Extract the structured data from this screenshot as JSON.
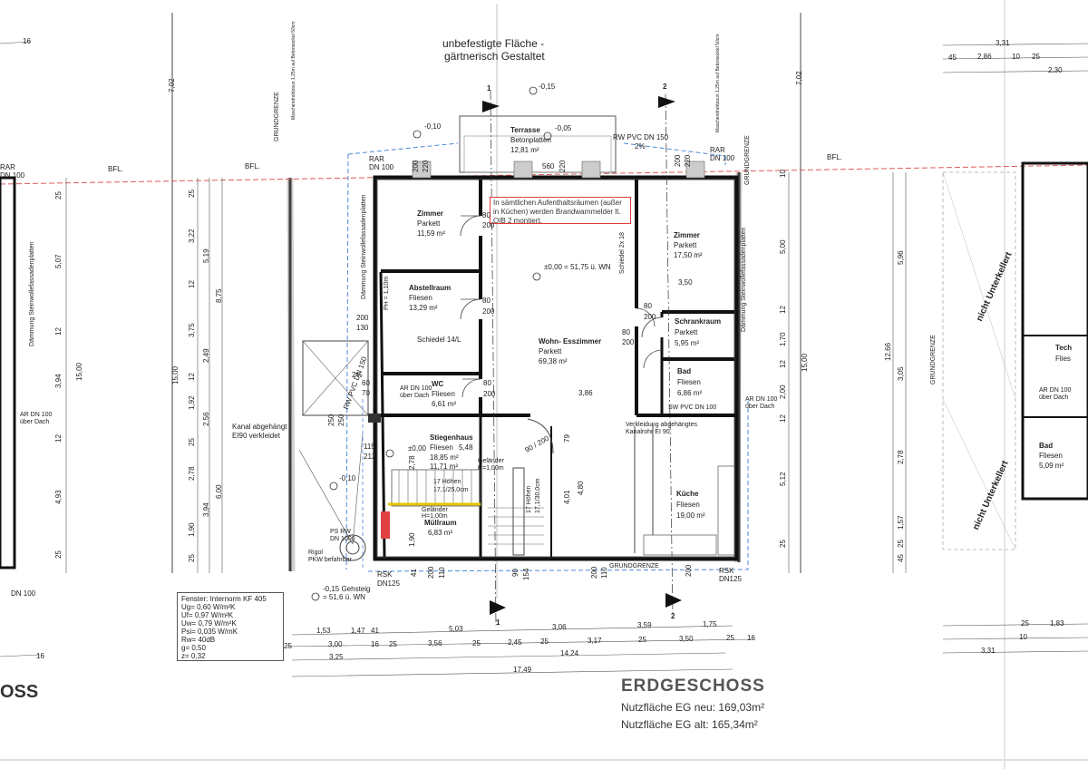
{
  "header": {
    "line1": "unbefestigte Fläche -",
    "line2": "gärtnerisch Gestaltet"
  },
  "title": "ERDGESCHOSS",
  "area": {
    "new": "Nutzfläche EG neu:  169,03m²",
    "old": "Nutzfläche EG alt:  165,34m²"
  },
  "left_sheet_label": "OSS",
  "notice": "In sämtlichen Aufenthaltsräumen (außer in Küchen) werden Brandwarnmelder lt. OIB 2 montiert.",
  "window_spec": [
    "Fenster: Internorm KF 405",
    "Ug= 0,60 W/m²K",
    "Uf= 0,97 W/m²K",
    "Uw= 0,79 W/m²K",
    "Psi= 0,035 W/mK",
    "Rw=  40dB",
    "g=  0,50",
    "z=  0,32"
  ],
  "rooms": [
    {
      "name": "Zimmer",
      "floor": "Parkett",
      "area": "11,59 m²"
    },
    {
      "name": "Abstellraum",
      "floor": "Fliesen",
      "area": "13,29 m²"
    },
    {
      "name": "WC",
      "floor": "Fliesen",
      "area": "6,61 m²"
    },
    {
      "name": "Stiegenhaus",
      "floor": "Fliesen",
      "area": "18,85 m²"
    },
    {
      "name": "Müllraum",
      "floor": "",
      "area": "6,83 m²"
    },
    {
      "name": "Wohn- Esszimmer",
      "floor": "Parkett",
      "area": "69,38 m²"
    },
    {
      "name": "Zimmer",
      "floor": "Parkett",
      "area": "17,50 m²"
    },
    {
      "name": "Schrankraum",
      "floor": "Parkett",
      "area": "5,95 m²"
    },
    {
      "name": "Bad",
      "floor": "Fliesen",
      "area": "6,86 m²"
    },
    {
      "name": "Küche",
      "floor": "Fliesen",
      "area": "19,00 m²"
    },
    {
      "name": "Terrasse",
      "floor": "Betonplatten",
      "area": "12,81 m²"
    }
  ],
  "labels": {
    "grundgrenze": "GRUNDGRENZE",
    "bfl": "BFL.",
    "rar": "RAR",
    "dn100": "DN 100",
    "rsk": "RSK",
    "dn125": "DN125",
    "ar_dn100": "AR DN 100",
    "ueber_dach": "über Dach",
    "rw_pvc": "RW PVC DN 150",
    "sw_pvc": "SW PVC DN 100",
    "pct2": "2%",
    "level0": "±0,00 = 51,75 ü. WN",
    "schiedel_2x18": "Schiedel 2x 18",
    "schiedel_14l": "Schiedel 14/L",
    "stairs_a": "17 Höhen",
    "stairs_b": "17,1/25,0cm",
    "stairs_c": "17 Höhen",
    "stairs_d": "17,1/30,0cm",
    "gelaender": "Geländer",
    "gelaender_h": "H=1,00m",
    "kanal_1": "Kanal abgehängt",
    "kanal_2": "EI90 verkleidet",
    "verkleidung_1": "Verkleidung abgehängtes",
    "verkleidung_2": "Kanalrohr EI 90",
    "ps_rw": "PS RW",
    "ps_dn": "DN 1000",
    "rigol": "Rigol",
    "pkw": "PKW befahrbar",
    "gehsteig": "-0,15 Gehsteig",
    "gehsteig_2": "= 51,6 ü. WN",
    "lvl_m010": "-0,10",
    "lvl_m005": "-0,05",
    "lvl_m015": "-0,15",
    "lvl_000": "±0,00",
    "lvl_m010b": "-0,10",
    "daemmung": "Dämmung Steinwollefassadenplatten",
    "nicht_unterkellert": "nicht Unterkellert",
    "sec1": "1",
    "sec2": "2",
    "ph": "PH = 1,10m",
    "techn": "Tech",
    "flies_r": "Flies",
    "bad_r": "Bad",
    "bad_r_floor": "Fliesen",
    "bad_r_area": "5,09 m²",
    "mauer_note": "Maschendrahtzaun 1,25m auf Betonsockel 50cm"
  },
  "dims_bottom": {
    "row1": [
      "1,53",
      "1,47",
      "41",
      "5,03",
      "3,06",
      "3,59",
      "1,75"
    ],
    "row2": [
      "25",
      "3,00",
      "16",
      "25",
      "3,56",
      "25",
      "2,45",
      "25",
      "3,17",
      "25",
      "3,50",
      "25",
      "16"
    ],
    "row3": [
      "3,25",
      "14,24"
    ],
    "row4": [
      "17,49"
    ]
  },
  "dims_misc": {
    "d200a": "200",
    "d220a": "220",
    "d560": "560",
    "d220b": "220",
    "d200b": "200",
    "d220c": "220",
    "d80a": "80",
    "d200c": "200",
    "d80b": "80",
    "d200d": "200",
    "d80c": "80",
    "d200e": "200",
    "d80d": "80",
    "d200f": "200",
    "d80e": "80",
    "d200g": "200",
    "d3_50": "3,50",
    "d3_86": "3,86",
    "d5_48": "5,48",
    "d11_71": "11,71 m²",
    "d4_01": "4,01",
    "d4_80": "4,80",
    "d79": "79",
    "d90_200": "90 / 200",
    "d115": "115",
    "d212": "212",
    "d200h": "200",
    "d130": "130",
    "d60": "60",
    "d70": "70",
    "d250": "250",
    "d250b": "250",
    "d2_78": "2,78",
    "d1_90": "1,90",
    "d41": "41",
    "d200i": "200",
    "d110": "110",
    "d90": "90",
    "d154": "154",
    "d200j": "200",
    "d110b": "110",
    "d200k": "200"
  },
  "dims_left": {
    "chain_a": [
      "25",
      "3,22",
      "12",
      "3,75",
      "12",
      "1,92",
      "25",
      "2,78",
      "1,90",
      "25"
    ],
    "chain_b": [
      "5,19",
      "2,49",
      "2,56",
      "3,94"
    ],
    "chain_c": [
      "8,75",
      "6,00"
    ],
    "total": "15,00",
    "d7_02": "7,02",
    "chain_far": [
      "25",
      "5,07",
      "12",
      "3,94",
      "12",
      "4,93",
      "25"
    ],
    "far_total": "15,00",
    "d16": "16"
  },
  "dims_right": {
    "chain_a": [
      "10",
      "5,00",
      "12",
      "1,70",
      "12",
      "2,00",
      "12",
      "5,12",
      "25"
    ],
    "chain_b": [
      "5,96",
      "12,66",
      "3,05",
      "2,78",
      "1,57",
      "25",
      "45"
    ],
    "total": "15,00",
    "d7_02": "7,02",
    "top": [
      "3,31",
      "45",
      "2,86",
      "10",
      "25",
      "2,30"
    ],
    "bottom": [
      "25",
      "1,83",
      "10",
      "3,31"
    ]
  }
}
